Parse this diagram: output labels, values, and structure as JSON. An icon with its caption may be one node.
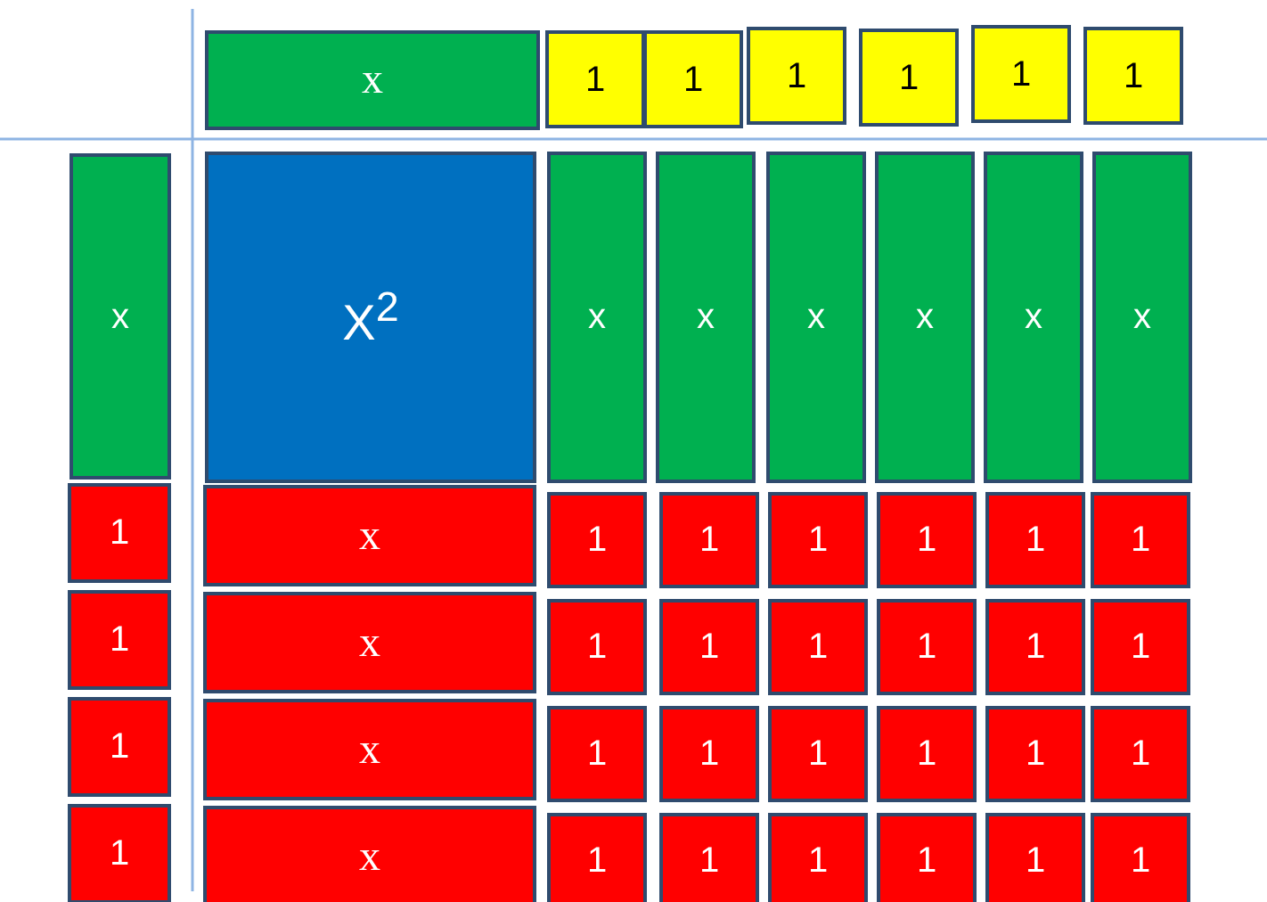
{
  "diagram": {
    "nodes": [
      {
        "text": [
          "x"
        ]
      },
      {
        "text": [
          "1"
        ]
      },
      {
        "text": [
          "1"
        ]
      },
      {
        "text": [
          "1"
        ]
      },
      {
        "text": [
          "1"
        ]
      },
      {
        "text": [
          "1"
        ]
      },
      {
        "text": [
          "1"
        ]
      },
      {
        "text": [
          "x"
        ]
      },
      {
        "text": [
          "X$^{2}$"
        ]
      },
      {
        "text": [
          "x"
        ]
      },
      {
        "text": [
          "x"
        ]
      },
      {
        "text": [
          "x"
        ]
      },
      {
        "text": [
          "x"
        ]
      },
      {
        "text": [
          "x"
        ]
      },
      {
        "text": [
          "x"
        ]
      },
      {
        "text": [
          "1"
        ]
      },
      {
        "text": [
          "x"
        ]
      },
      {
        "text": [
          "1"
        ]
      },
      {
        "text": [
          "1"
        ]
      },
      {
        "text": [
          "1"
        ]
      },
      {
        "text": [
          "1"
        ]
      },
      {
        "text": [
          "1"
        ]
      },
      {
        "text": [
          "1"
        ]
      },
      {
        "text": [
          "1"
        ]
      },
      {
        "text": [
          "x"
        ]
      },
      {
        "text": [
          "1"
        ]
      },
      {
        "text": [
          "1"
        ]
      },
      {
        "text": [
          "1"
        ]
      },
      {
        "text": [
          "1"
        ]
      },
      {
        "text": [
          "1"
        ]
      },
      {
        "text": [
          "1"
        ]
      },
      {
        "text": [
          "1"
        ]
      },
      {
        "text": [
          "x"
        ]
      },
      {
        "text": [
          "1"
        ]
      },
      {
        "text": [
          "1"
        ]
      },
      {
        "text": [
          "1"
        ]
      },
      {
        "text": [
          "1"
        ]
      },
      {
        "text": [
          "1"
        ]
      },
      {
        "text": [
          "1"
        ]
      },
      {
        "text": [
          "1"
        ]
      },
      {
        "text": [
          "x"
        ]
      },
      {
        "text": [
          "1"
        ]
      },
      {
        "text": [
          "1"
        ]
      },
      {
        "text": [
          "1"
        ]
      },
      {
        "text": [
          "1"
        ]
      },
      {
        "text": [
          "1"
        ]
      },
      {
        "text": [
          "1"
        ]
      }
    ],
    "edges": []
  }
}
